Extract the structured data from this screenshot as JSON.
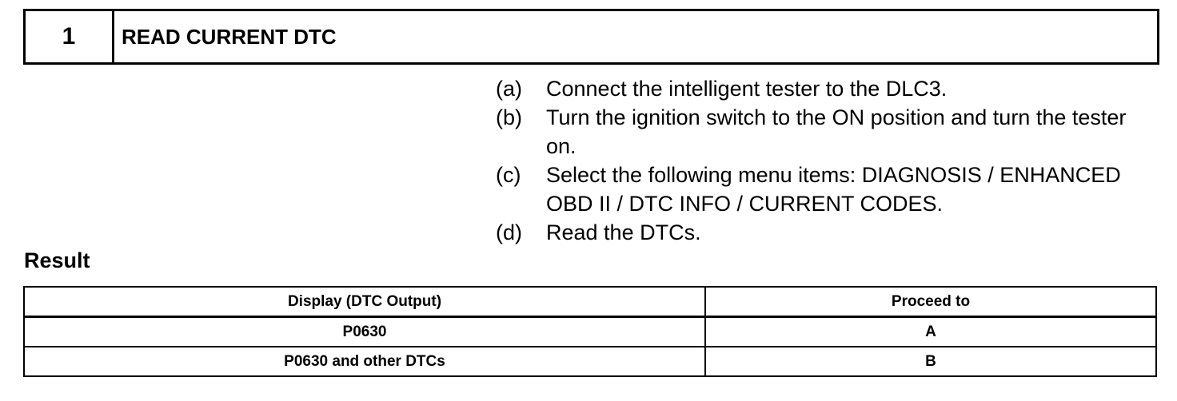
{
  "step": {
    "number": "1",
    "title": "READ CURRENT DTC"
  },
  "instructions": [
    {
      "marker": "(a)",
      "text": "Connect the intelligent tester to the DLC3."
    },
    {
      "marker": "(b)",
      "text": "Turn the ignition switch to the ON position and turn the tester on."
    },
    {
      "marker": "(c)",
      "text": "Select the following menu items: DIAGNOSIS / ENHANCED OBD II / DTC INFO / CURRENT CODES."
    },
    {
      "marker": "(d)",
      "text": "Read the DTCs."
    }
  ],
  "result": {
    "heading": "Result",
    "columns": [
      "Display (DTC Output)",
      "Proceed to"
    ],
    "rows": [
      [
        "P0630",
        "A"
      ],
      [
        "P0630 and other DTCs",
        "B"
      ]
    ]
  }
}
